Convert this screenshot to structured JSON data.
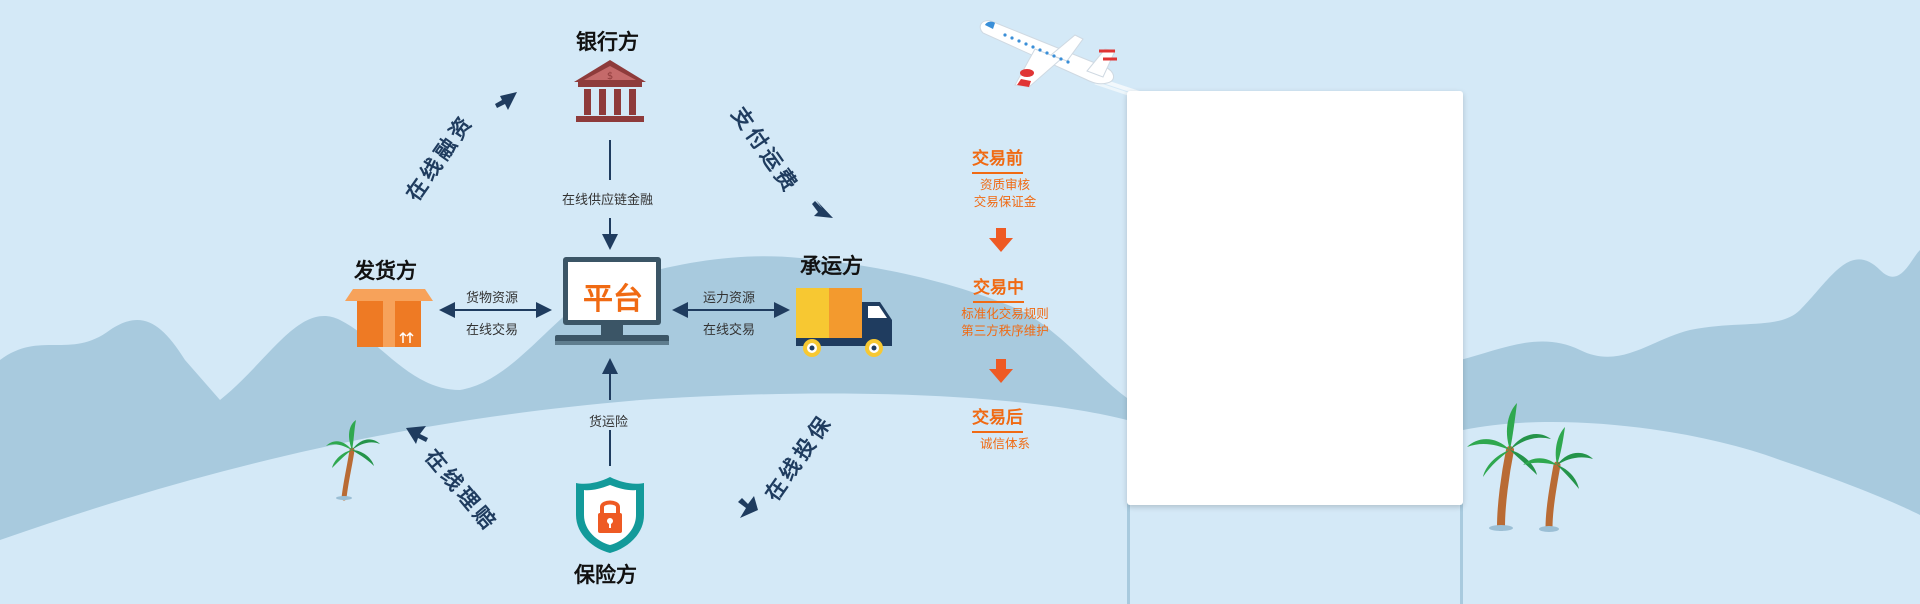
{
  "parties": {
    "bank": "银行方",
    "shipper": "发货方",
    "carrier": "承运方",
    "insurer": "保险方",
    "platform": "平台"
  },
  "edges": {
    "bank_platform": "在线供应链金融",
    "shipper_resource": "货物资源",
    "shipper_trade": "在线交易",
    "carrier_resource": "运力资源",
    "carrier_trade": "在线交易",
    "insurance": "货运险"
  },
  "flows": {
    "financing": "在线融资",
    "freight": "支付运费",
    "claims": "在线理赔",
    "insure": "在线投保"
  },
  "stages": [
    {
      "title": "交易前",
      "lines": [
        "资质审核",
        "交易保证金"
      ]
    },
    {
      "title": "交易中",
      "lines": [
        "标准化交易规则",
        "第三方秩序维护"
      ]
    },
    {
      "title": "交易后",
      "lines": [
        "诚信体系"
      ]
    }
  ],
  "colors": {
    "accent": "#f06a13",
    "navy": "#1f3c5f",
    "sky": "#d4e9f7",
    "hill": "#a8cade"
  }
}
